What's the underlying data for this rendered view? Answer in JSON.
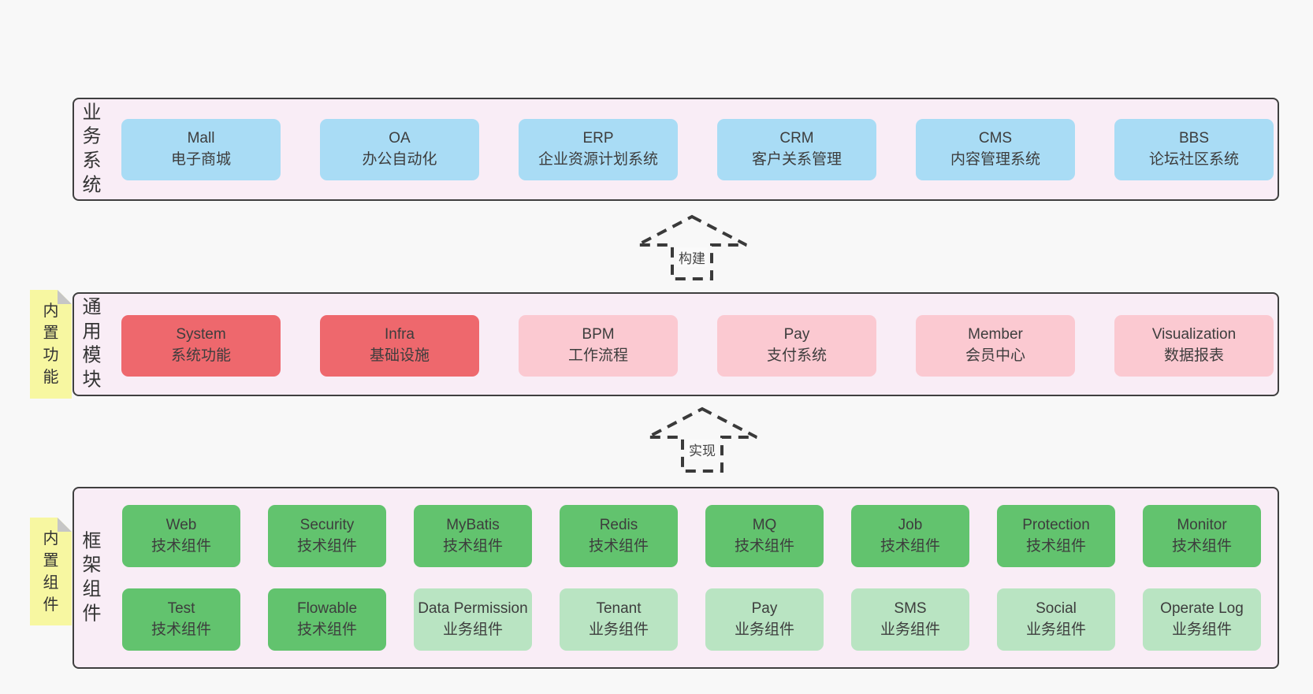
{
  "colors": {
    "page_bg": "#f8f8f8",
    "panel_bg": "#f9edf6",
    "panel_border": "#3f3f3f",
    "blue": "#a9dcf5",
    "red": "#ee686d",
    "pink": "#fbc9d1",
    "green_dark": "#62c36e",
    "green_light": "#b9e4c2",
    "sticky": "#f7f7a1",
    "fold": "#c6c6c6",
    "text": "#3d3d3d",
    "line": "#3a3a3a"
  },
  "layers": {
    "business": {
      "label": "业务系统",
      "boxes": [
        {
          "title": "Mall",
          "subtitle": "电子商城"
        },
        {
          "title": "OA",
          "subtitle": "办公自动化"
        },
        {
          "title": "ERP",
          "subtitle": "企业资源计划系统"
        },
        {
          "title": "CRM",
          "subtitle": "客户关系管理"
        },
        {
          "title": "CMS",
          "subtitle": "内容管理系统"
        },
        {
          "title": "BBS",
          "subtitle": "论坛社区系统"
        }
      ]
    },
    "modules": {
      "label": "通用模块",
      "sticky": "内置功能",
      "boxes": [
        {
          "title": "System",
          "subtitle": "系统功能"
        },
        {
          "title": "Infra",
          "subtitle": "基础设施"
        },
        {
          "title": "BPM",
          "subtitle": "工作流程"
        },
        {
          "title": "Pay",
          "subtitle": "支付系统"
        },
        {
          "title": "Member",
          "subtitle": "会员中心"
        },
        {
          "title": "Visualization",
          "subtitle": "数据报表"
        }
      ]
    },
    "components": {
      "label": "框架组件",
      "sticky": "内置组件",
      "row1": [
        {
          "title": "Web",
          "subtitle": "技术组件"
        },
        {
          "title": "Security",
          "subtitle": "技术组件"
        },
        {
          "title": "MyBatis",
          "subtitle": "技术组件"
        },
        {
          "title": "Redis",
          "subtitle": "技术组件"
        },
        {
          "title": "MQ",
          "subtitle": "技术组件"
        },
        {
          "title": "Job",
          "subtitle": "技术组件"
        },
        {
          "title": "Protection",
          "subtitle": "技术组件"
        },
        {
          "title": "Monitor",
          "subtitle": "技术组件"
        }
      ],
      "row2": [
        {
          "title": "Test",
          "subtitle": "技术组件"
        },
        {
          "title": "Flowable",
          "subtitle": "技术组件"
        },
        {
          "title": "Data Permission",
          "subtitle": "业务组件"
        },
        {
          "title": "Tenant",
          "subtitle": "业务组件"
        },
        {
          "title": "Pay",
          "subtitle": "业务组件"
        },
        {
          "title": "SMS",
          "subtitle": "业务组件"
        },
        {
          "title": "Social",
          "subtitle": "业务组件"
        },
        {
          "title": "Operate Log",
          "subtitle": "业务组件"
        }
      ]
    }
  },
  "arrows": {
    "build": "构建",
    "implement": "实现"
  }
}
